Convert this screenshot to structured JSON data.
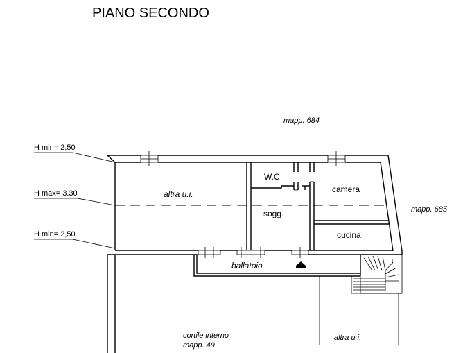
{
  "title": "PIANO SECONDO",
  "neighbors": {
    "top": "mapp. 684",
    "right": "mapp. 685"
  },
  "heights": {
    "top": "H min= 2,50",
    "middle": "H max= 3.30",
    "bottom": "H min= 2,50"
  },
  "rooms": {
    "left_unit": "altra u.i.",
    "wc": "W.C",
    "soggiorno": "sogg.",
    "camera": "camera",
    "cucina": "cucina",
    "ballatoio": "ballatoio"
  },
  "courtyard": {
    "line1": "cortile interno",
    "line2": "mapp. 49"
  },
  "bottom_right_unit": "altra u.i."
}
